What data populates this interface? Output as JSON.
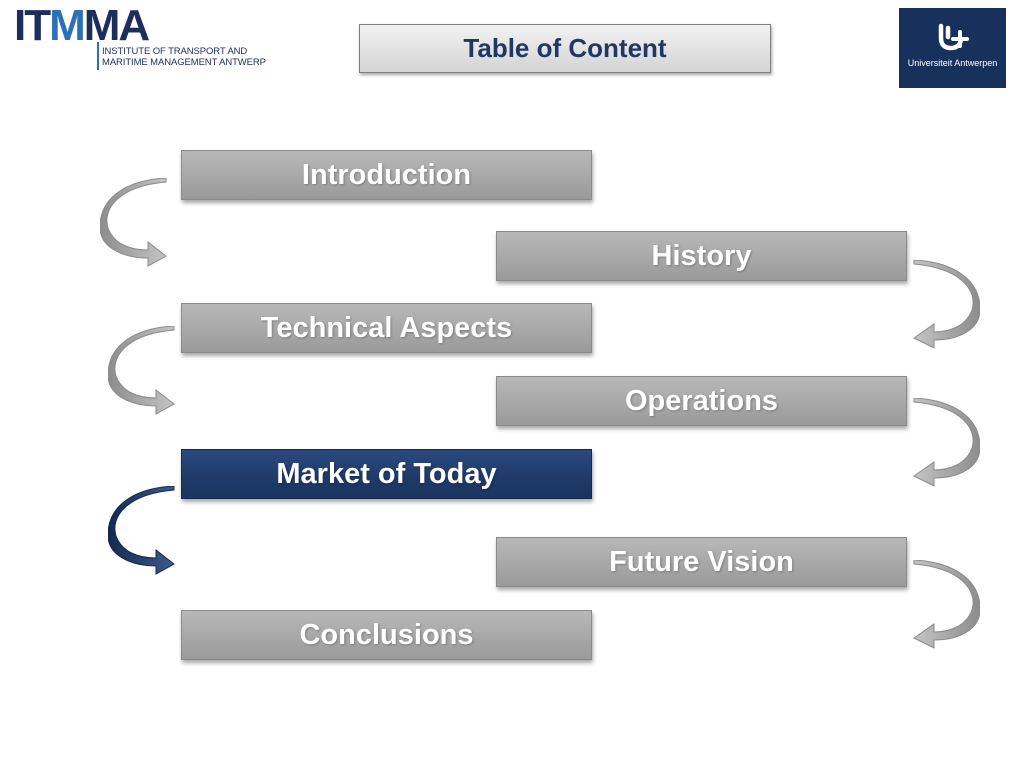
{
  "header": {
    "logo_left": {
      "wordmark_part1": "IT",
      "wordmark_part2": "M",
      "wordmark_part3": "MA",
      "line1": "INSTITUTE OF TRANSPORT AND",
      "line2": "MARITIME MANAGEMENT ANTWERP"
    },
    "title": "Table of Content",
    "logo_right": {
      "text": "Universiteit Antwerpen"
    }
  },
  "toc": {
    "items": [
      {
        "label": "Introduction",
        "active": false
      },
      {
        "label": "History",
        "active": false
      },
      {
        "label": "Technical Aspects",
        "active": false
      },
      {
        "label": "Operations",
        "active": false
      },
      {
        "label": "Market of Today",
        "active": true
      },
      {
        "label": "Future Vision",
        "active": false
      },
      {
        "label": "Conclusions",
        "active": false
      }
    ]
  },
  "colors": {
    "item_gray": "#a6a6a6",
    "item_active": "#1f3a68",
    "title_text": "#1f3864",
    "arrow_gray": "#a0a0a0",
    "arrow_active": "#1f3a68"
  }
}
